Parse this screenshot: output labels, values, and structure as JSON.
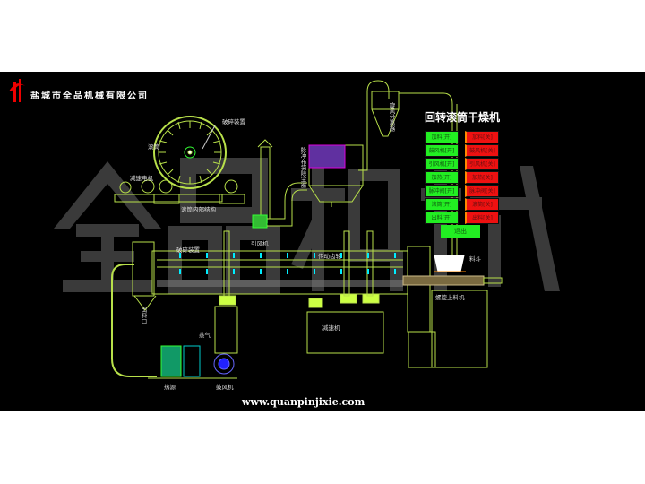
{
  "company": "盐城市全品机械有限公司",
  "watermark": "全品机械",
  "website": "www.quanpinjixie.com",
  "panel": {
    "title": "回转滚筒干燥机",
    "controls": [
      {
        "on": "加料[开]",
        "off": "加料[关]"
      },
      {
        "on": "鼓风机[开]",
        "off": "鼓风机[关]"
      },
      {
        "on": "引风机[开]",
        "off": "引风机[关]"
      },
      {
        "on": "加热[开]",
        "off": "加热[关]"
      },
      {
        "on": "脉冲阀[开]",
        "off": "脉冲阀[关]"
      },
      {
        "on": "滚筒[开]",
        "off": "滚筒[关]"
      },
      {
        "on": "出料[开]",
        "off": "出料[关]"
      }
    ],
    "exit": "退出",
    "on_color": "#22ee22",
    "off_color": "#ee1111"
  },
  "labels": {
    "crusher_top": "破碎装置",
    "drum": "滚筒",
    "gear_motor": "减速电机",
    "drum_inner": "滚筒内部结构",
    "induced_fan": "引风机",
    "dust_collector": "脉冲布袋除尘器",
    "cyclone": "旋风分离器",
    "crusher": "破碎装置",
    "drive_gear": "传动齿轮",
    "reducer": "减速机",
    "outlet": "出料口",
    "steam": "蒸气",
    "heat_source": "热源",
    "blower": "鼓风机",
    "hopper": "料斗",
    "screw_feeder": "螺旋上料机"
  }
}
